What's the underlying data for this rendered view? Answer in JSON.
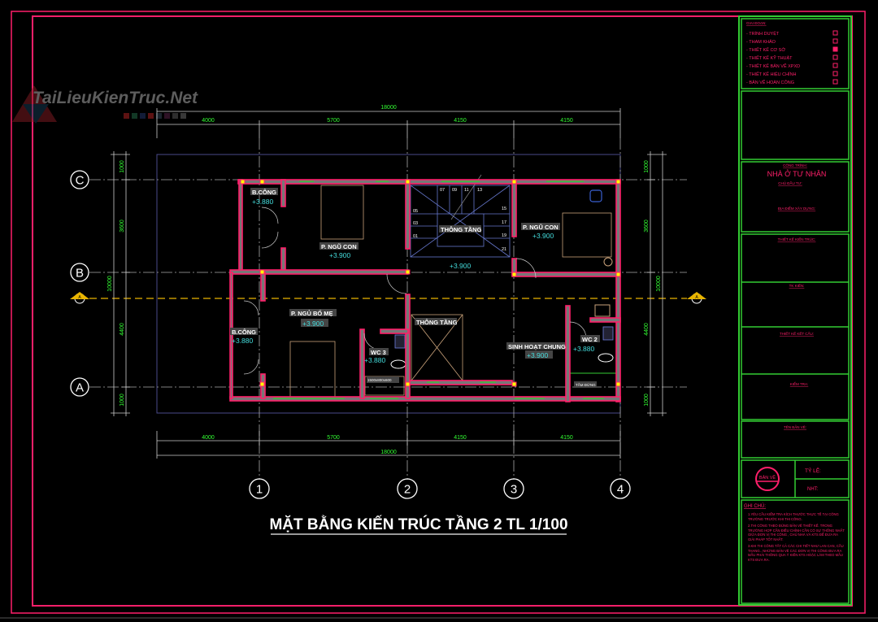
{
  "watermark": "TaiLieuKienTruc.Net",
  "drawing": {
    "title": "MẶT BẰNG KIẾN TRÚC TẦNG 2 TL 1/100",
    "grid_axes_x": [
      "1",
      "2",
      "3",
      "4"
    ],
    "grid_axes_y": [
      "C",
      "B",
      "A"
    ],
    "section_mark": "A",
    "dims_top": {
      "overall": "18000",
      "parts": [
        "4000",
        "5700",
        "4150",
        "4150"
      ]
    },
    "dims_bottom": {
      "overall": "18000",
      "parts": [
        "4000",
        "5700",
        "4150",
        "4150"
      ]
    },
    "dims_left": {
      "overall": "10000",
      "parts": [
        "1000",
        "3600",
        "4400",
        "1000"
      ]
    },
    "dims_right": {
      "overall": "10000",
      "parts": [
        "1000",
        "3600",
        "4400",
        "1000"
      ]
    },
    "rooms": [
      {
        "name": "B.CÔNG",
        "level": "+3.880"
      },
      {
        "name": "P. NGŨ CON",
        "level": "+3.900"
      },
      {
        "name": "THÔNG TẦNG",
        "level": "+3.900"
      },
      {
        "name": "P. NGŨ CON",
        "level": "+3.900"
      },
      {
        "name": "P. NGỦ BỐ MẸ",
        "level": "+3.900"
      },
      {
        "name": "B.CÔNG",
        "level": "+3.880"
      },
      {
        "name": "WC 3",
        "level": "+3.880"
      },
      {
        "name": "THÔNG TẦNG"
      },
      {
        "name": "SINH HOẠT CHUNG",
        "level": "+3.900"
      },
      {
        "name": "WC 2",
        "level": "+3.880"
      }
    ],
    "bathtub_label": "1500x800x600",
    "shower_label": "TẮM ĐỨNG",
    "stair_numbers": [
      "07",
      "09",
      "11",
      "13",
      "05",
      "03",
      "01",
      "15",
      "17",
      "19",
      "21"
    ]
  },
  "title_block": {
    "stage_header": "GIAI ĐOẠN:",
    "stages": [
      {
        "label": "- TRÌNH DUYỆT",
        "checked": false
      },
      {
        "label": "- THAM KHẢO",
        "checked": false
      },
      {
        "label": "- THIẾT KẾ CƠ SỞ",
        "checked": true
      },
      {
        "label": "- THIẾT KẾ KỸ THUẬT",
        "checked": false
      },
      {
        "label": "- THIẾT KẾ BẢN VẼ XPXD",
        "checked": false
      },
      {
        "label": "- THIẾT KẾ HIỆU CHỈNH",
        "checked": false
      },
      {
        "label": "- BẢN VẼ HOÀN CÔNG",
        "checked": false
      }
    ],
    "project_header": "CÔNG TRÌNH:",
    "project_name": "NHÀ Ở TƯ NHÂN",
    "owner_header": "CHỦ ĐẦU TƯ:",
    "location_header": "ĐỊA ĐIỂM XÂY DỰNG:",
    "arch_design": "THIẾT KẾ KIẾN TRÚC:",
    "design": "TK KIẾN:",
    "struct_design": "THIẾT KẾ KẾT CẤU:",
    "check": "KIỂM TRA:",
    "drawing_name": "TÊN BẢN VẼ:",
    "drawing_stamp": "BẢN VẼ",
    "scale": "TỶ LỆ:",
    "date": "NHT:",
    "notes_header": "GHI CHÚ:",
    "notes": [
      "1.YÊU CẦU KIỂM TRA KÍCH THƯỚC THỰC TẾ TẠI CÔNG TRƯỜNG TRƯỚC KHI THI CÔNG.",
      "2.THI CÔNG THEO ĐÚNG BẢN VẼ THIẾT KẾ. TRONG TRƯỜNG HỢP CẦN ĐIỀU CHỈNH CẦN CÓ SỰ THỐNG NHẤT GIỮA ĐƠN VỊ THI CÔNG , CHỦ NHÀ VÀ KTS ĐỂ ĐƯA RA GIẢI PHÁP TỐT NHẤT.",
      "3.KHI THI CÔNG TẤT CẢ CÁC CHI TIẾT NHƯ LAN CAN, CẦU THANG.. NHỮNG BẢN VẼ CÁC ĐƠN VỊ THI CÔNG ĐƯA RA MẪU PHẢI THÔNG QUA Ý KIẾN KTS HOẶC LÀM THEO MẪU KTS ĐƯA RA."
    ]
  }
}
